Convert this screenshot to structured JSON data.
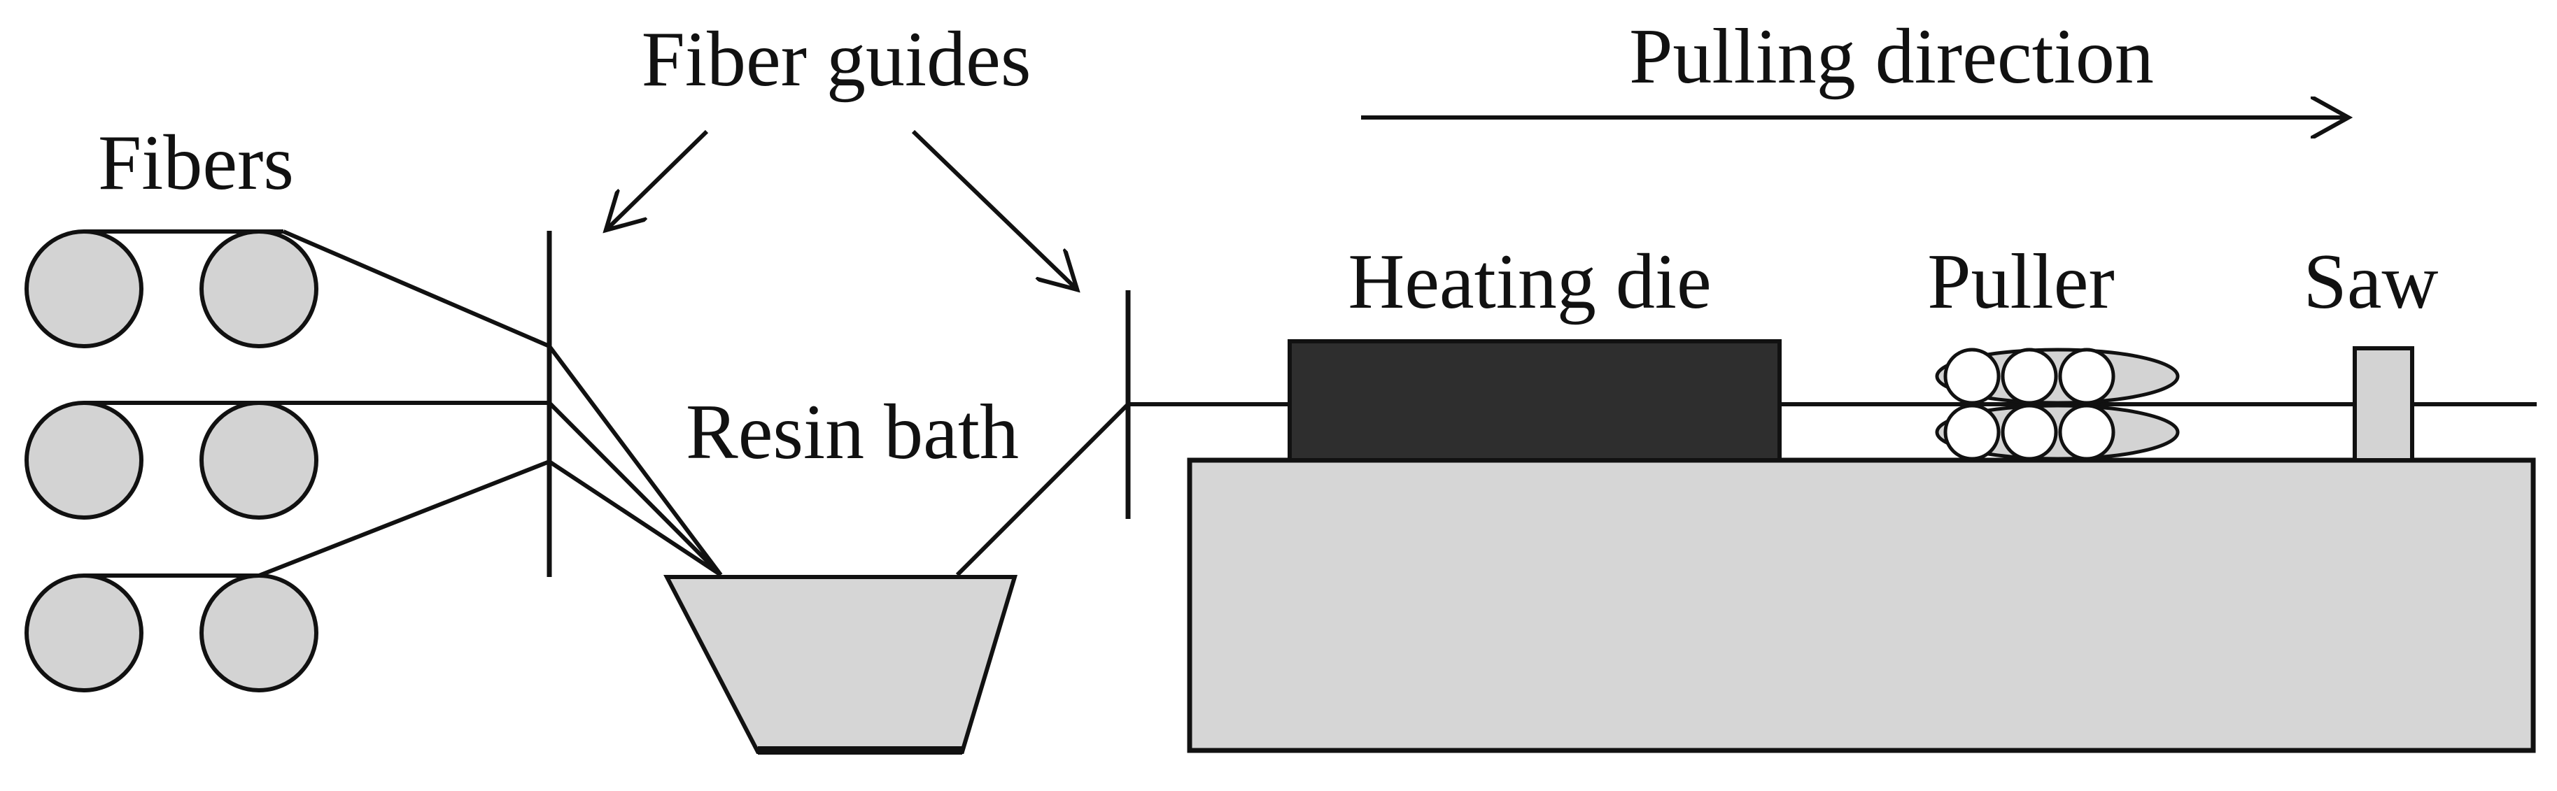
{
  "labels": {
    "fibers": "Fibers",
    "fiber_guides": "Fiber guides",
    "resin_bath": "Resin bath",
    "heating_die": "Heating die",
    "puller": "Puller",
    "saw": "Saw",
    "pulling_direction": "Pulling direction"
  },
  "colors": {
    "spool_fill": "#d3d3d3",
    "machine_fill": "#d6d6d6",
    "die_fill": "#2e2e2e",
    "line": "#111111"
  }
}
